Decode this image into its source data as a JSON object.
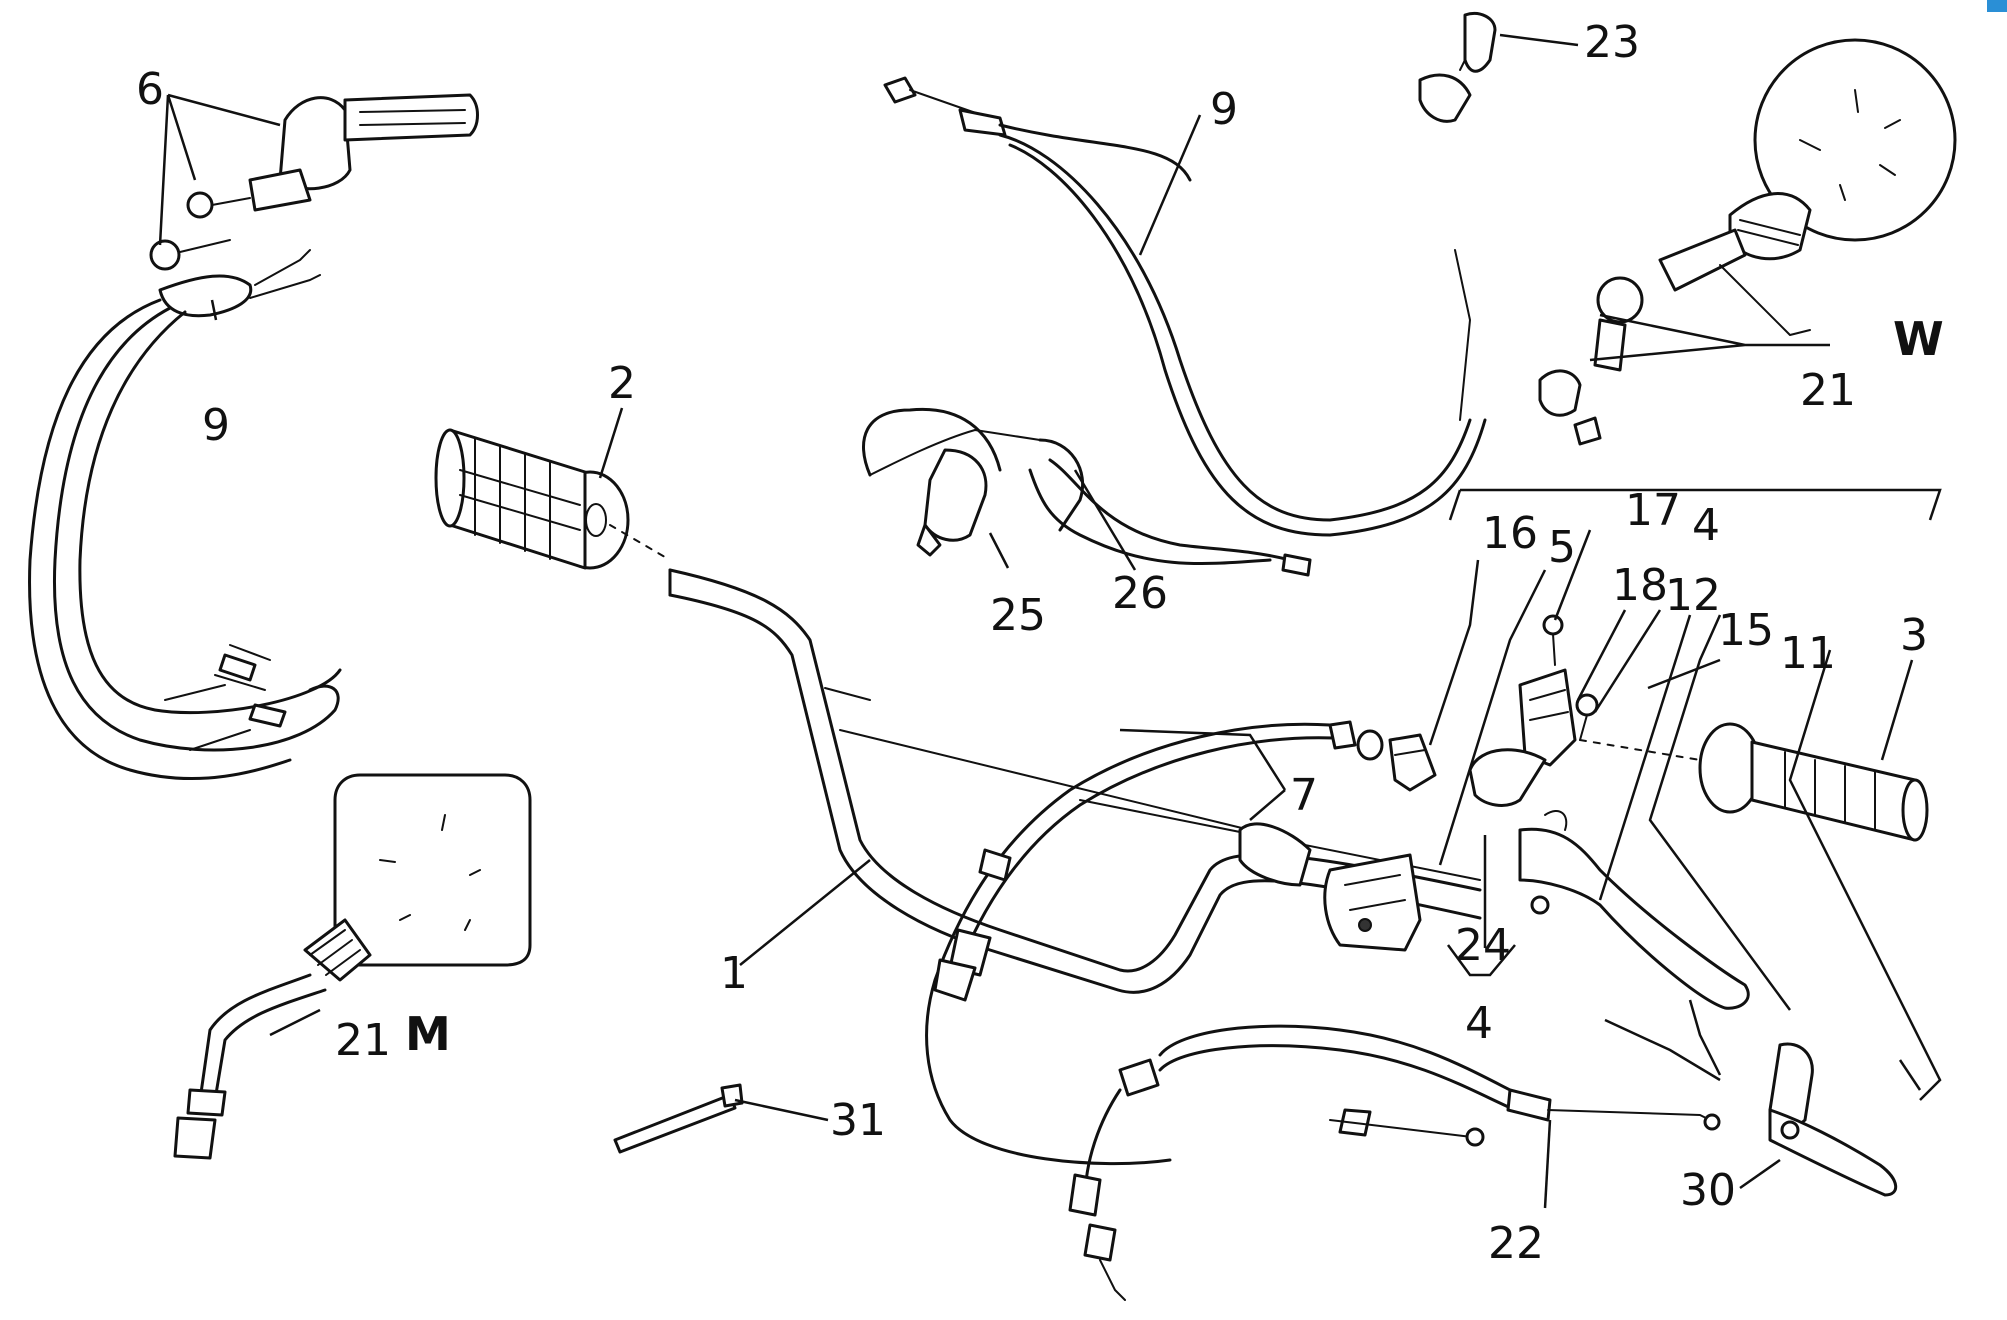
{
  "diagram": {
    "callouts": {
      "c1": "1",
      "c2": "2",
      "c3": "3",
      "c4_top": "4",
      "c4_bottom": "4",
      "c5": "5",
      "c6": "6",
      "c7": "7",
      "c9_left": "9",
      "c9_top": "9",
      "c11": "11",
      "c12": "12",
      "c15": "15",
      "c16": "16",
      "c17": "17",
      "c18": "18",
      "c21_w": "21",
      "c21_m": "21",
      "c22": "22",
      "c23": "23",
      "c24": "24",
      "c25": "25",
      "c26": "26",
      "c30": "30",
      "c31": "31"
    },
    "variant_labels": {
      "w": "W",
      "m": "M"
    }
  }
}
